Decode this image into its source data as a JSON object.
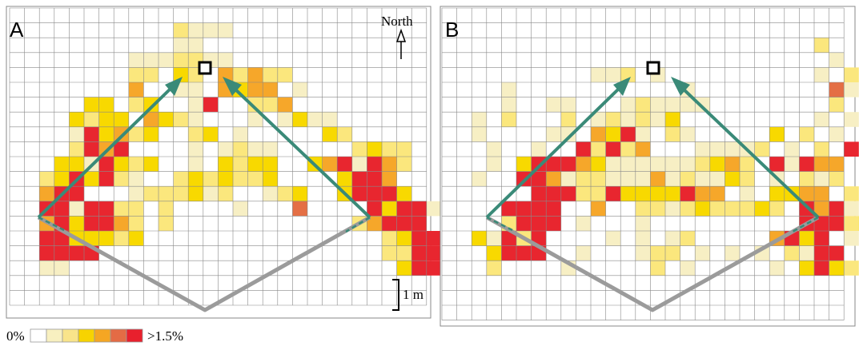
{
  "panels": [
    {
      "label": "A",
      "north_label": "North",
      "scale_label": "1 m",
      "heat_rows": [
        ".............................",
        "...........2111..............",
        "...........11................",
        "........1112211..............",
        "........22.32.42422..........",
        "........4..11.4344.1.........",
        ".....33.23..15..224..........",
        "....3233.4321...1.1311.......",
        "....153423..23.1.....32......",
        "....2545....1.1211.....2322..",
        "...3315323..1.3233..3451542..",
        "..2353521..2323223....3554...",
        "..455...1222312..123..35553..",
        "..5515522.2....1...6....53551.",
        "..4535542.2............24555..",
        "..5533323................2355.",
        "..5555...................2255.",
        "..11......................3551"
      ]
    },
    {
      "label": "B",
      "heat_rows": [
        ".............................",
        ".............................",
        ".........................2...",
        "..........................1..",
        "..........112.1..........1.2.",
        "....1...........1.........61..",
        "....1..11...121111........2...",
        "..1.2...2.121213.........1.1..",
        "..1....11.4351.21.....3.2.1...",
        "...1..1..52524...11112.1.2.5..",
        "...1.3555431111112342.51544...",
        "..1..5541221114121132.1.212...",
        "......5552253333544.1.3344.2.",
        "....5555..4..2212322232.5451.",
        "....2555.1...1..........55523.",
        "..31525....1.1.12.....4535.1.",
        "...3555..1...122.1.1.1.2155..",
        "...2....1.....2.1.....1.3532."
      ]
    }
  ],
  "legend": {
    "min_label": "0%",
    "max_label": ">1.5%",
    "colors": [
      "#ffffff",
      "#f8f0c0",
      "#f9e48a",
      "#f7d300",
      "#f5a623",
      "#e46b45",
      "#e8202d"
    ]
  },
  "colors": {
    "grid": "#888888",
    "arrow": "#3a8a78",
    "path": "#9b9b9b"
  },
  "heat_colors": {
    "1": "#f7efc4",
    "2": "#fbe77d",
    "3": "#f8d900",
    "4": "#f6a72a",
    "5": "#e8262f",
    "6": "#e46f45"
  }
}
